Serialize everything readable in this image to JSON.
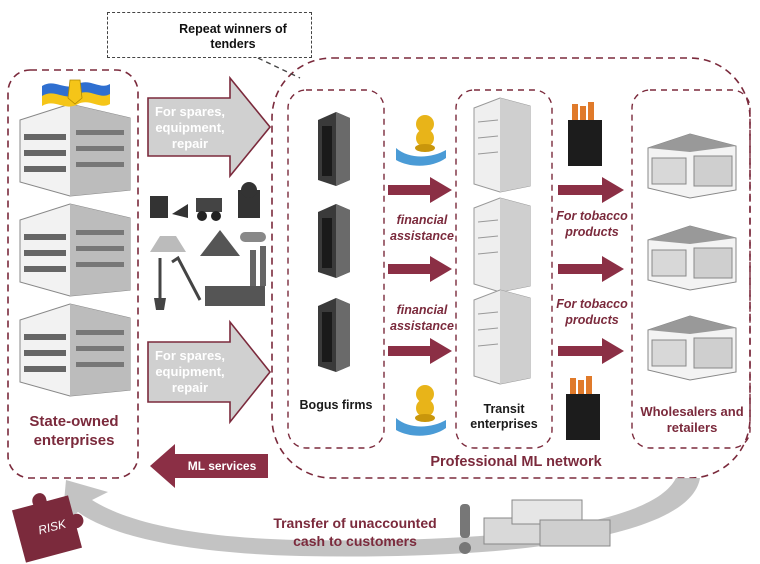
{
  "tender": {
    "label": "Repeat winners of tenders"
  },
  "state": {
    "label": "State-owned enterprises"
  },
  "spares_top": {
    "label": "For spares, equipment, repair"
  },
  "spares_bottom": {
    "label": "For spares, equipment, repair"
  },
  "ml_services": {
    "label": "ML services"
  },
  "bogus": {
    "label": "Bogus firms"
  },
  "fin_assist_1": {
    "label": "financial assistance"
  },
  "fin_assist_2": {
    "label": "financial assistance"
  },
  "transit": {
    "label": "Transit enterprises"
  },
  "tobacco_1": {
    "label": "For tobacco products"
  },
  "tobacco_2": {
    "label": "For tobacco products"
  },
  "wholesale": {
    "label": "Wholesalers and retailers"
  },
  "network": {
    "label": "Professional ML network"
  },
  "transfer": {
    "label": "Transfer of unaccounted cash to customers"
  },
  "risk": {
    "label": "RISK"
  },
  "colors": {
    "maroon": "#7b2a3c",
    "arrow_fill": "#cfcfcf",
    "white_arrow": "#8b2f45"
  }
}
